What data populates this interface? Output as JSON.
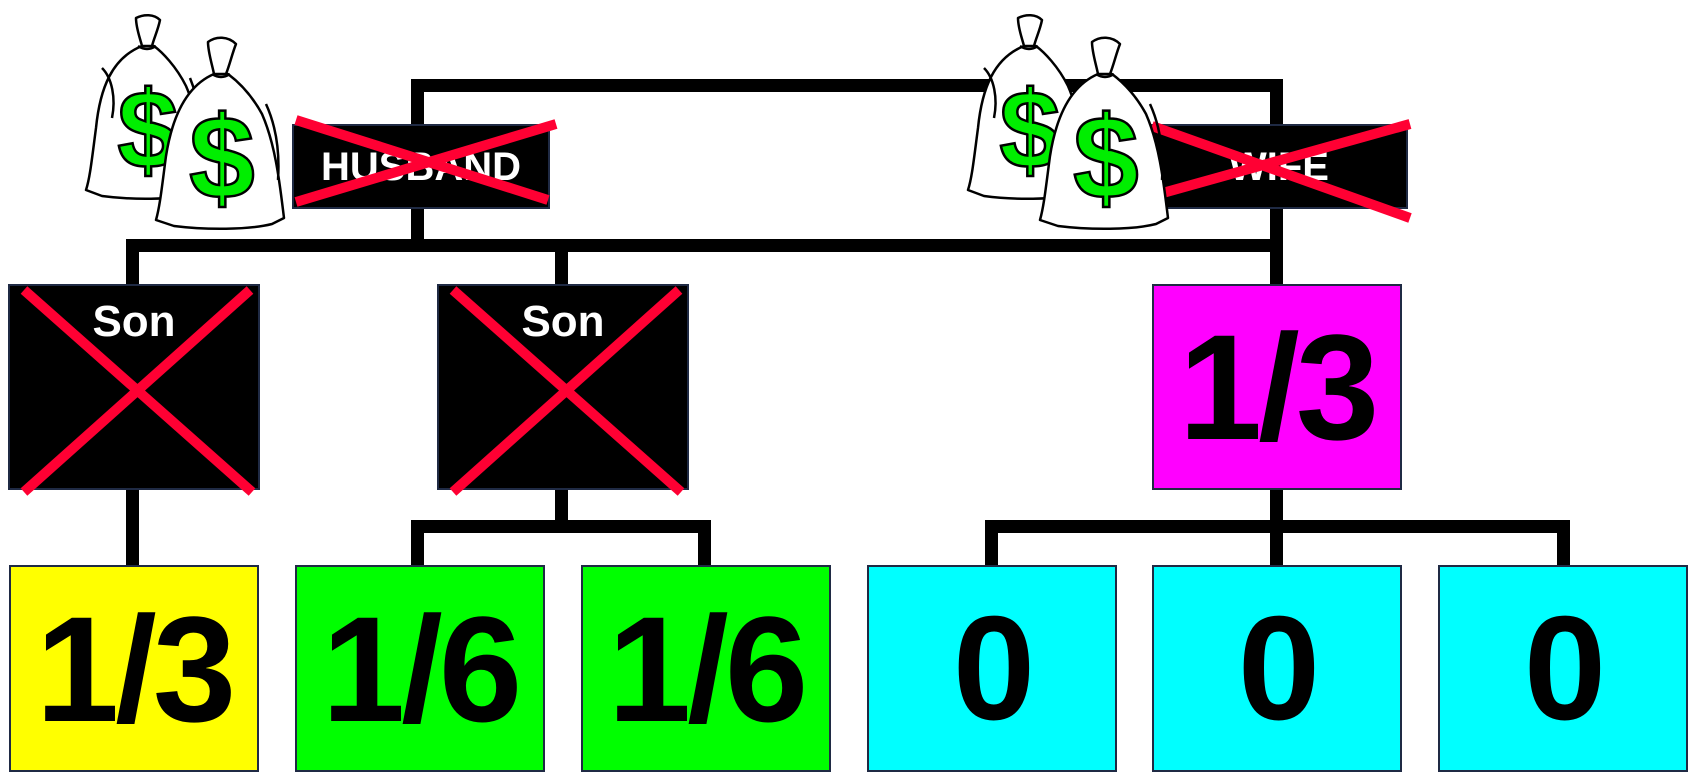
{
  "parents": {
    "husband": {
      "label": "HUSBAND",
      "status": "deceased"
    },
    "wife": {
      "label": "WIFE",
      "status": "deceased"
    }
  },
  "children": [
    {
      "label": "Son",
      "status": "deceased"
    },
    {
      "label": "Son",
      "status": "deceased"
    },
    {
      "label": "1/3",
      "color": "#ff00ff"
    }
  ],
  "grandchildren": [
    {
      "value": "1/3",
      "color": "#ffff00"
    },
    {
      "value": "1/6",
      "color": "#00ff00"
    },
    {
      "value": "1/6",
      "color": "#00ff00"
    },
    {
      "value": "0",
      "color": "#00ffff"
    },
    {
      "value": "0",
      "color": "#00ffff"
    },
    {
      "value": "0",
      "color": "#00ffff"
    }
  ],
  "colors": {
    "cross": "#ff0033",
    "box_dark": "#000000",
    "money": "#00ee00"
  },
  "icons": [
    "money-bag-icon",
    "money-bag-icon",
    "money-bag-icon",
    "money-bag-icon"
  ]
}
